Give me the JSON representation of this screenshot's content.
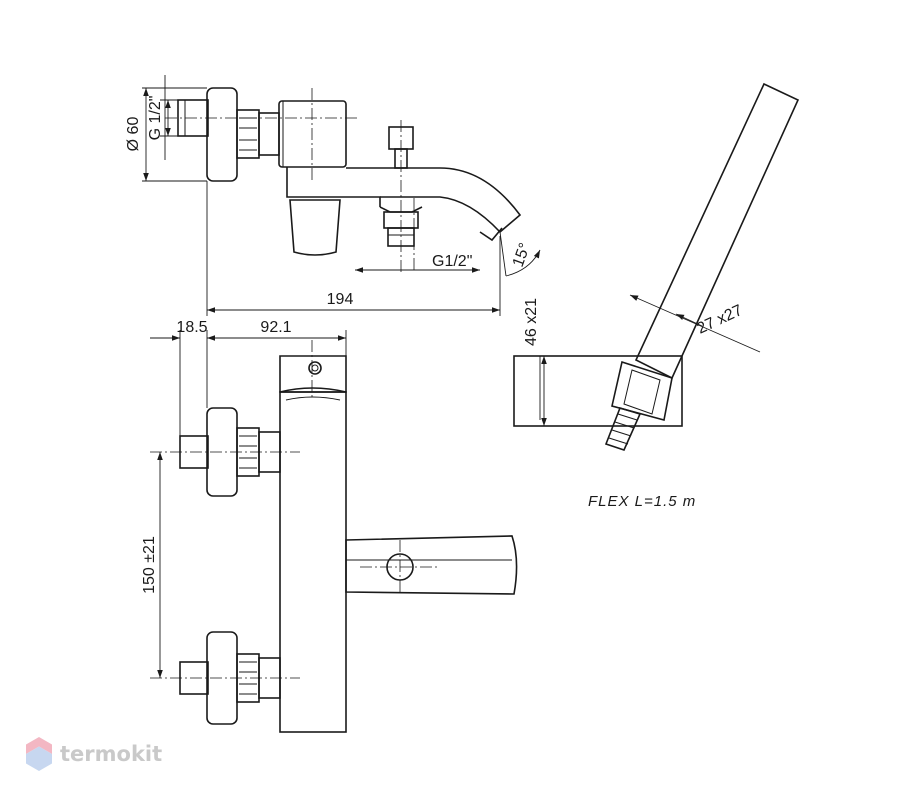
{
  "dimensions": {
    "diameter_60": "Ø 60",
    "thread_g_half_top": "G 1/2\"",
    "thread_g_half_outlet": "G1/2\"",
    "angle_15": "15°",
    "length_194": "194",
    "offset_18_5": "18.5",
    "offset_92_1": "92.1",
    "hand_shower_46x21": "46 x21",
    "hand_shower_27x27": "27 x27",
    "centers_150": "150 ±21"
  },
  "notes": {
    "flex_hose": "FLEX L=1.5 m"
  },
  "watermark": {
    "brand": "termokit",
    "colors": {
      "pink": "#f3b7c3",
      "blue": "#c7d7f0",
      "text": "#c9c9c9"
    }
  }
}
